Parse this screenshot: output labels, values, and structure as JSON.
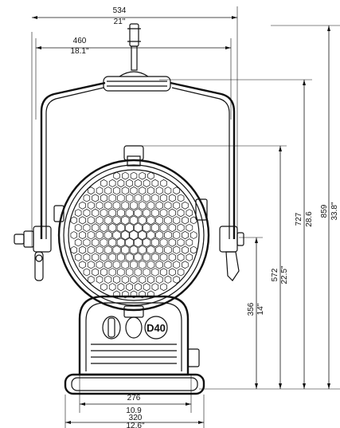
{
  "drawing": {
    "unit_label": "D40",
    "dimensions": {
      "overall_width": {
        "mm": "534",
        "in": "21\""
      },
      "yoke_width": {
        "mm": "460",
        "in": "18.1\""
      },
      "base_width": {
        "mm": "276",
        "in": "10.9"
      },
      "foot_width": {
        "mm": "320",
        "in": "12.6\""
      },
      "overall_height": {
        "mm": "859",
        "in": "33.8\""
      },
      "yoke_height": {
        "mm": "727",
        "in": "28.6"
      },
      "head_height": {
        "mm": "572",
        "in": "22.5\""
      },
      "pivot_height": {
        "mm": "356",
        "in": "14\""
      }
    }
  }
}
